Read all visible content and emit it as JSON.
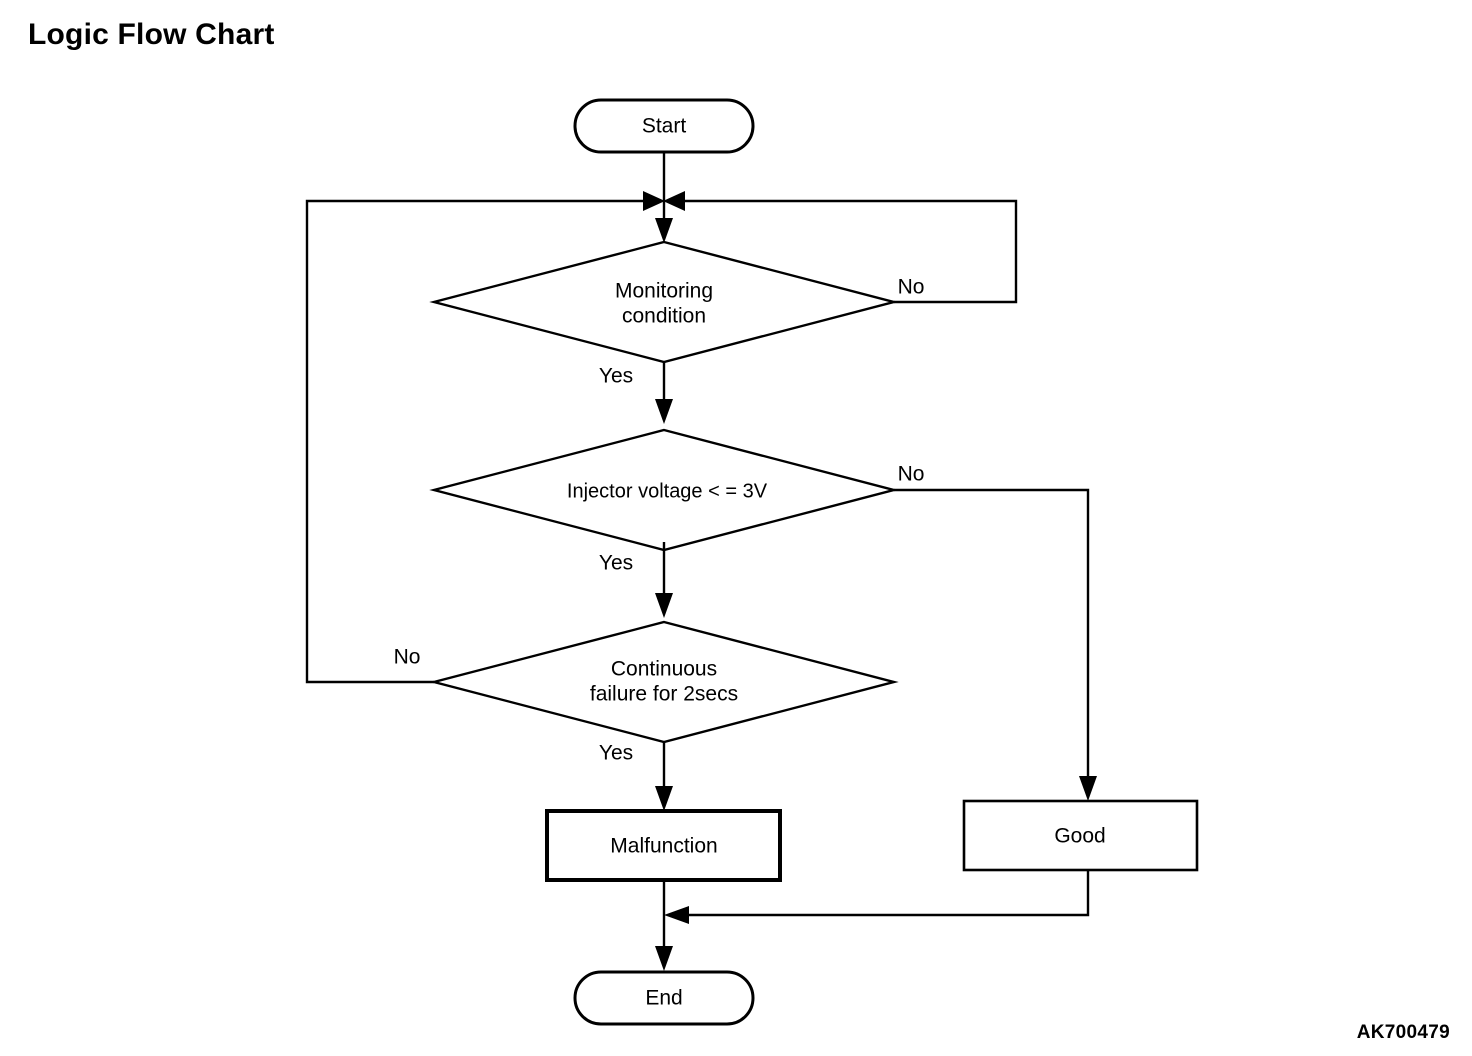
{
  "page": {
    "title": "Logic Flow Chart",
    "watermark": "AK700479",
    "background_color": "#ffffff",
    "line_color": "#000000"
  },
  "chart_data": {
    "type": "diagram",
    "diagram_kind": "flowchart",
    "title": "Logic Flow Chart",
    "orientation": "top-to-bottom",
    "nodes": [
      {
        "id": "start",
        "shape": "terminator",
        "label": "Start"
      },
      {
        "id": "monitoring",
        "shape": "decision",
        "label": "Monitoring condition",
        "label_line1": "Monitoring",
        "label_line2": "condition"
      },
      {
        "id": "injector",
        "shape": "decision",
        "label": "Injector voltage < = 3V"
      },
      {
        "id": "continuous",
        "shape": "decision",
        "label": "Continuous failure for 2secs",
        "label_line1": "Continuous",
        "label_line2": "failure for 2secs"
      },
      {
        "id": "malfunction",
        "shape": "process",
        "label": "Malfunction",
        "emphasis": "bold-border"
      },
      {
        "id": "good",
        "shape": "process",
        "label": "Good"
      },
      {
        "id": "end",
        "shape": "terminator",
        "label": "End"
      }
    ],
    "edges": [
      {
        "from": "start",
        "to": "monitoring",
        "label": ""
      },
      {
        "from": "monitoring",
        "to": "injector",
        "label": "Yes"
      },
      {
        "from": "monitoring",
        "to": "monitoring",
        "label": "No",
        "route": "right-loop-back-to-entry"
      },
      {
        "from": "injector",
        "to": "continuous",
        "label": "Yes"
      },
      {
        "from": "injector",
        "to": "good",
        "label": "No",
        "route": "right-then-down"
      },
      {
        "from": "continuous",
        "to": "malfunction",
        "label": "Yes"
      },
      {
        "from": "continuous",
        "to": "monitoring",
        "label": "No",
        "route": "left-loop-back-to-entry"
      },
      {
        "from": "malfunction",
        "to": "end",
        "label": ""
      },
      {
        "from": "good",
        "to": "end",
        "label": "",
        "route": "down-then-left-merge"
      }
    ]
  },
  "labels": {
    "start": "Start",
    "end": "End",
    "monitoring_line1": "Monitoring",
    "monitoring_line2": "condition",
    "injector": "Injector voltage < = 3V",
    "continuous_line1": "Continuous",
    "continuous_line2": "failure for 2secs",
    "malfunction": "Malfunction",
    "good": "Good",
    "yes_monitoring": "Yes",
    "no_monitoring": "No",
    "yes_injector": "Yes",
    "no_injector": "No",
    "yes_continuous": "Yes",
    "no_continuous": "No"
  }
}
